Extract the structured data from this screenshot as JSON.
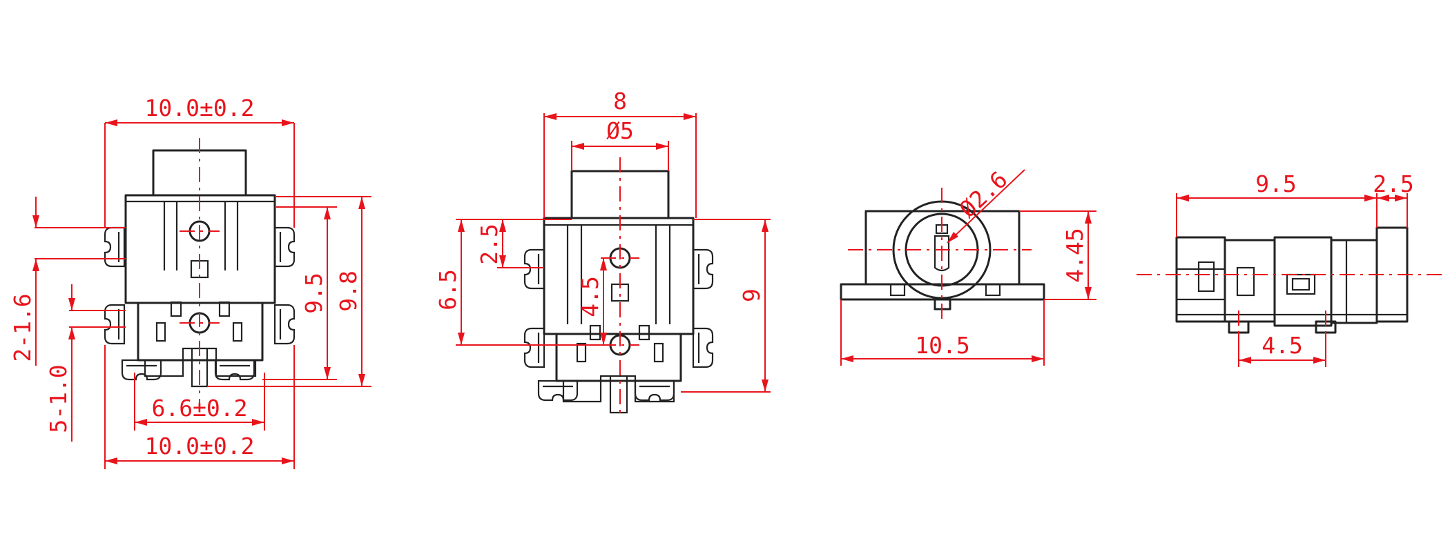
{
  "colors": {
    "outline": "#222222",
    "dimension": "#e8141c",
    "background": "#ffffff"
  },
  "views": {
    "front": {
      "top_width": "10.0±0.2",
      "bottom_width": "10.0±0.2",
      "pin_span": "6.6±0.2",
      "height_a": "9.5",
      "height_b": "9.8",
      "pitch_a": "2-1.6",
      "pitch_b": "5-1.0"
    },
    "back": {
      "width": "8",
      "bore": "Ø5",
      "offset_top": "2.5",
      "offset_mid": "6.5",
      "pin_gap": "4.5",
      "height": "9"
    },
    "top": {
      "hole": "Ø2.6",
      "width": "10.5",
      "height": "4.45"
    },
    "side": {
      "length": "9.5",
      "nose": "2.5",
      "pin_pitch": "4.5"
    }
  }
}
